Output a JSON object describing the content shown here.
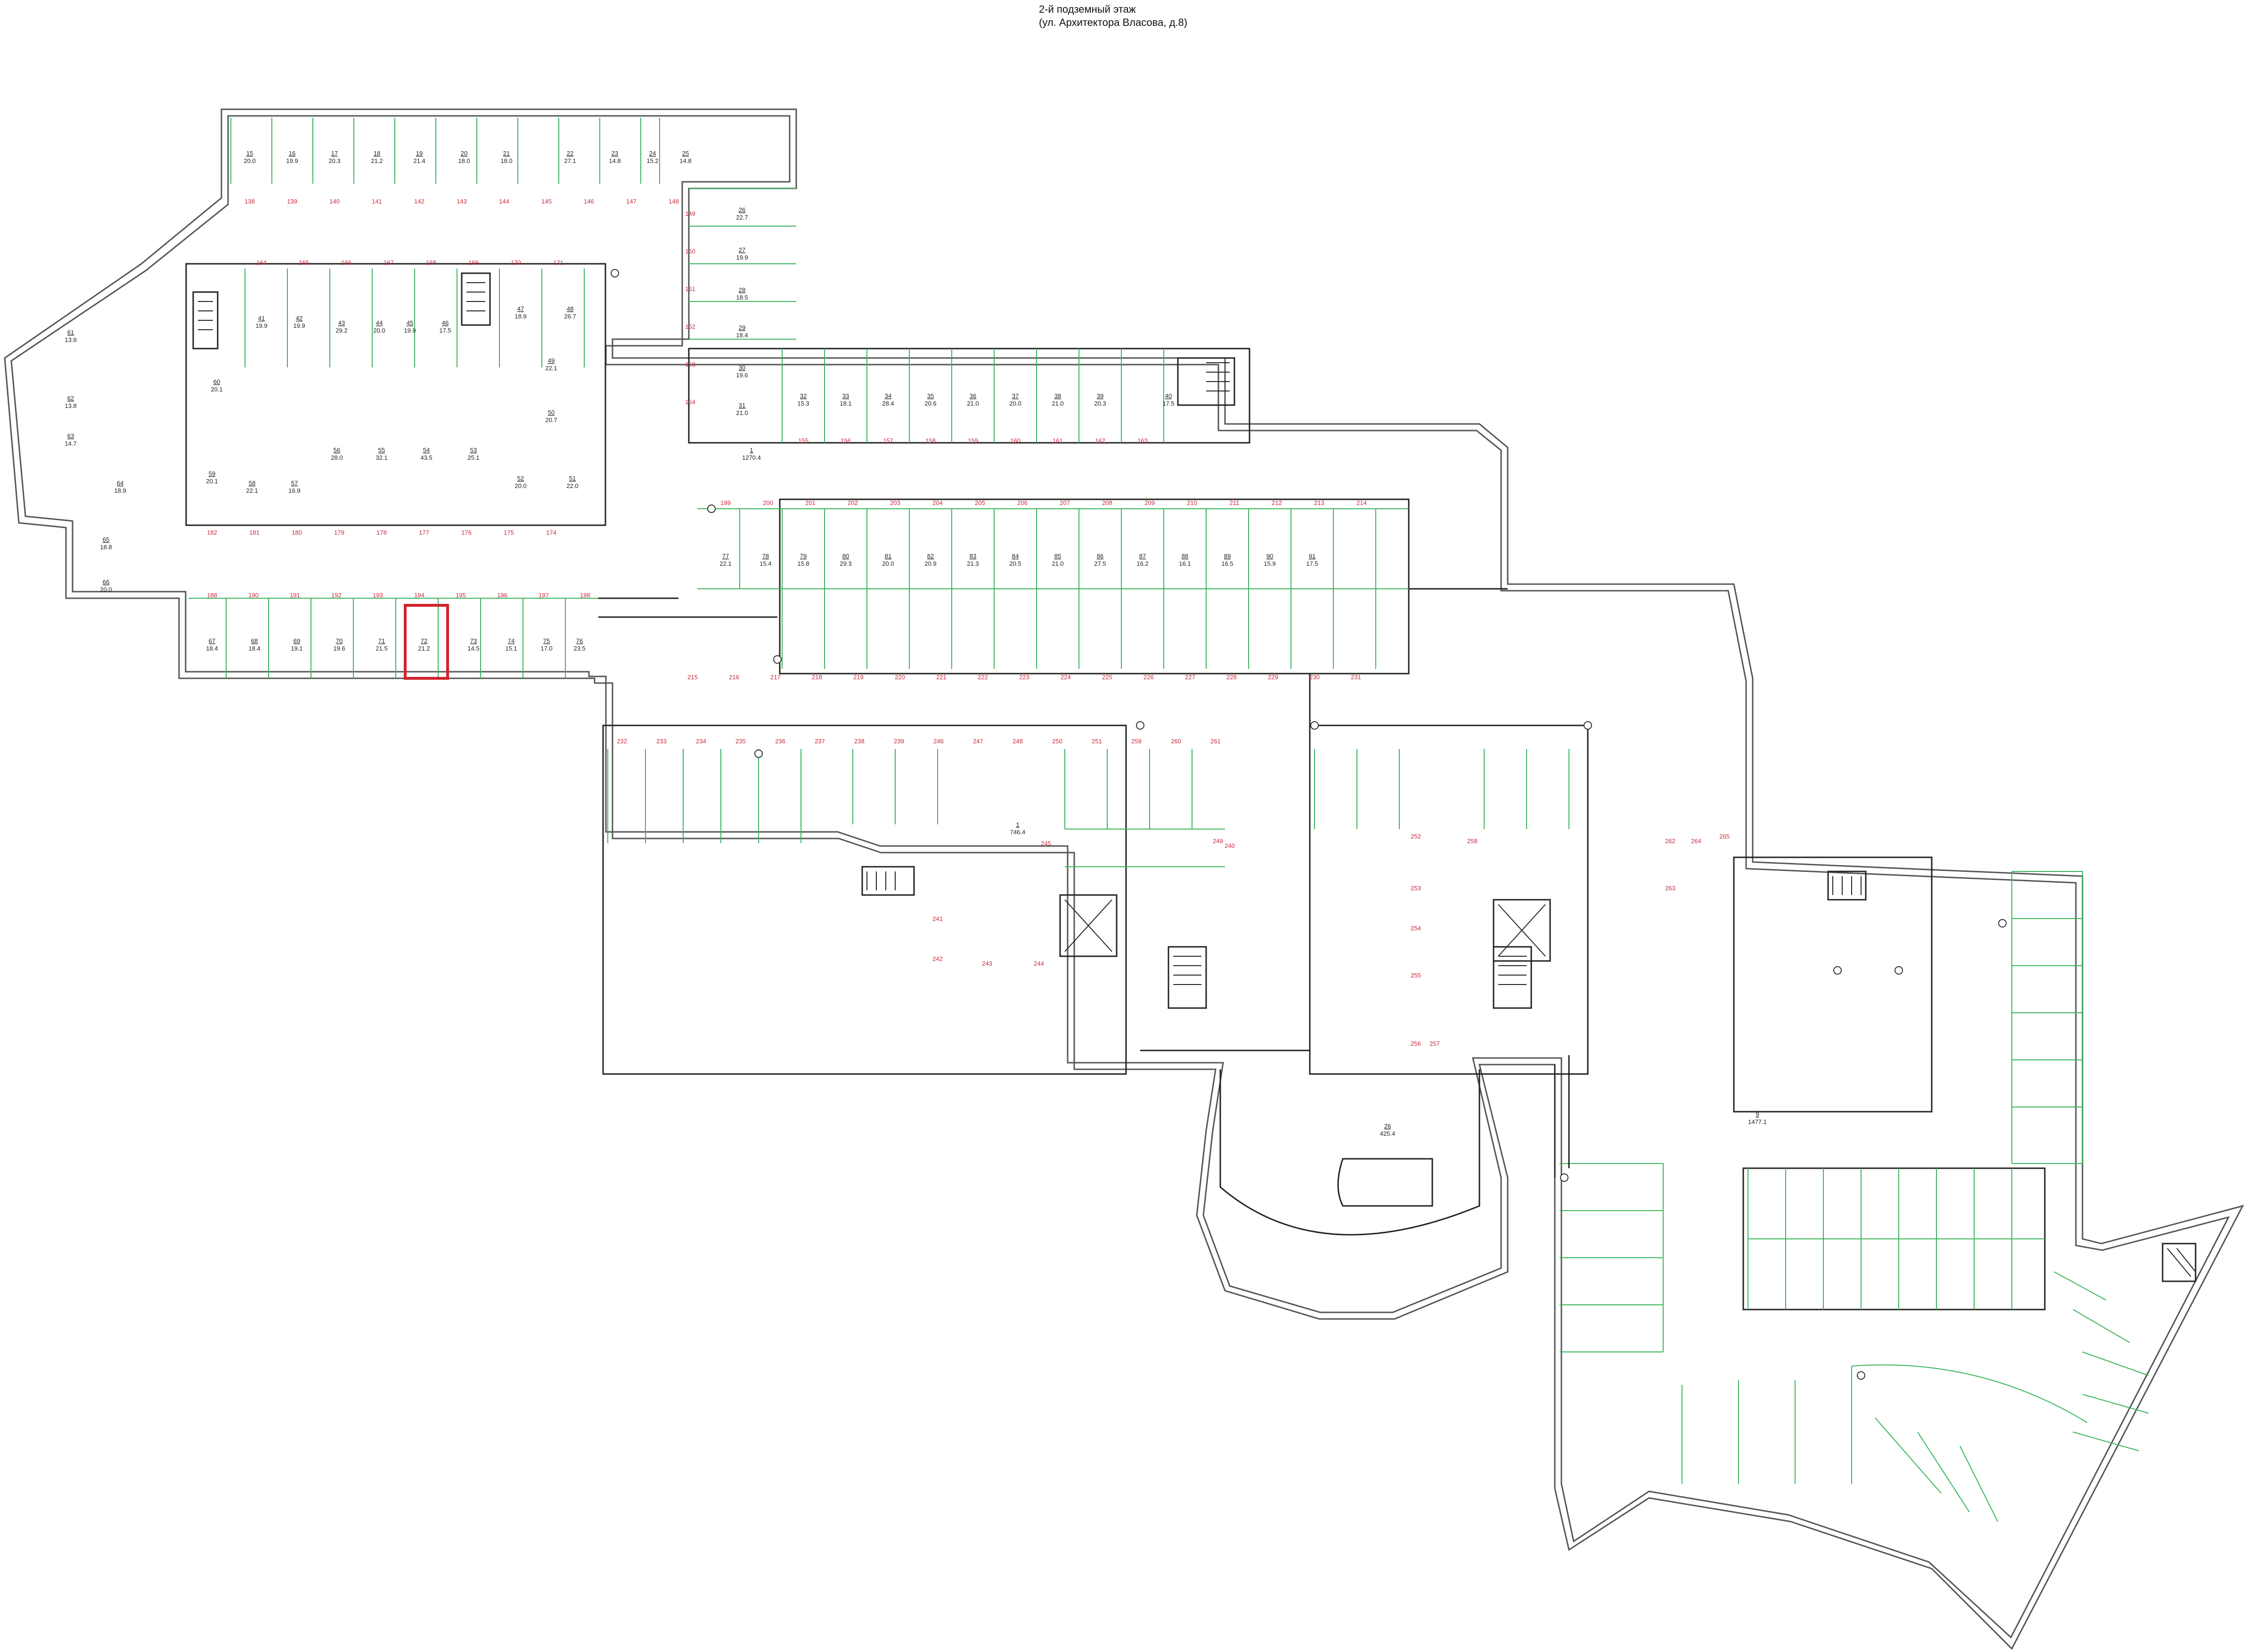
{
  "header": {
    "line1": "2-й подземный этаж",
    "line2": "(ул. Архитектора Власова, д.8)"
  },
  "colors": {
    "green": "#3ab45a",
    "red": "#c8283c",
    "highlight": "#d0232a",
    "wall": "#555555"
  },
  "icons": [
    "stair-icon",
    "elevator-icon",
    "column-icon"
  ],
  "rooms": [
    {
      "n": "15",
      "a": "20.0"
    },
    {
      "n": "16",
      "a": "19.9"
    },
    {
      "n": "17",
      "a": "20.3"
    },
    {
      "n": "18",
      "a": "21.2"
    },
    {
      "n": "19",
      "a": "21.4"
    },
    {
      "n": "20",
      "a": "18.0"
    },
    {
      "n": "21",
      "a": "18.0"
    },
    {
      "n": "22",
      "a": "27.1"
    },
    {
      "n": "23",
      "a": "14.8"
    },
    {
      "n": "24",
      "a": "15.2"
    },
    {
      "n": "25",
      "a": "14.8"
    },
    {
      "n": "26",
      "a": "22.7"
    },
    {
      "n": "27",
      "a": "19.9"
    },
    {
      "n": "28",
      "a": "18.5"
    },
    {
      "n": "29",
      "a": "18.4"
    },
    {
      "n": "30",
      "a": "19.6"
    },
    {
      "n": "31",
      "a": "21.0"
    },
    {
      "n": "32",
      "a": "15.3"
    },
    {
      "n": "33",
      "a": "18.1"
    },
    {
      "n": "34",
      "a": "28.4"
    },
    {
      "n": "35",
      "a": "20.6"
    },
    {
      "n": "36",
      "a": "21.0"
    },
    {
      "n": "37",
      "a": "20.0"
    },
    {
      "n": "38",
      "a": "21.0"
    },
    {
      "n": "39",
      "a": "20.3"
    },
    {
      "n": "40",
      "a": "17.5"
    },
    {
      "n": "41",
      "a": "19.9"
    },
    {
      "n": "42",
      "a": "19.9"
    },
    {
      "n": "43",
      "a": "29.2"
    },
    {
      "n": "44",
      "a": "20.0"
    },
    {
      "n": "45",
      "a": "19.9"
    },
    {
      "n": "46",
      "a": "17.5"
    },
    {
      "n": "47",
      "a": "18.9"
    },
    {
      "n": "48",
      "a": "26.7"
    },
    {
      "n": "49",
      "a": "22.1"
    },
    {
      "n": "50",
      "a": "20.7"
    },
    {
      "n": "51",
      "a": "22.0"
    },
    {
      "n": "52",
      "a": "20.0"
    },
    {
      "n": "53",
      "a": "25.1"
    },
    {
      "n": "54",
      "a": "43.5"
    },
    {
      "n": "55",
      "a": "32.1"
    },
    {
      "n": "56",
      "a": "28.0"
    },
    {
      "n": "57",
      "a": "16.9"
    },
    {
      "n": "58",
      "a": "22.1"
    },
    {
      "n": "59",
      "a": "20.1"
    },
    {
      "n": "60",
      "a": "20.1"
    },
    {
      "n": "61",
      "a": "13.9"
    },
    {
      "n": "62",
      "a": "13.8"
    },
    {
      "n": "63",
      "a": "14.7"
    },
    {
      "n": "64",
      "a": "18.9"
    },
    {
      "n": "65",
      "a": "18.8"
    },
    {
      "n": "66",
      "a": "20.0"
    },
    {
      "n": "67",
      "a": "18.4"
    },
    {
      "n": "68",
      "a": "18.4"
    },
    {
      "n": "69",
      "a": "19.1"
    },
    {
      "n": "70",
      "a": "19.6"
    },
    {
      "n": "71",
      "a": "21.5"
    },
    {
      "n": "72",
      "a": "21.2"
    },
    {
      "n": "73",
      "a": "14.5"
    },
    {
      "n": "74",
      "a": "15.1"
    },
    {
      "n": "75",
      "a": "17.0"
    },
    {
      "n": "76",
      "a": "23.5"
    },
    {
      "n": "77",
      "a": "22.1"
    },
    {
      "n": "78",
      "a": "15.4"
    },
    {
      "n": "79",
      "a": "15.8"
    },
    {
      "n": "80",
      "a": "29.3"
    },
    {
      "n": "81",
      "a": "20.0"
    },
    {
      "n": "82",
      "a": "20.9"
    },
    {
      "n": "83",
      "a": "21.3"
    },
    {
      "n": "84",
      "a": "20.5"
    },
    {
      "n": "85",
      "a": "21.0"
    },
    {
      "n": "86",
      "a": "27.5"
    },
    {
      "n": "87",
      "a": "16.2"
    },
    {
      "n": "88",
      "a": "16.1"
    },
    {
      "n": "89",
      "a": "16.5"
    },
    {
      "n": "90",
      "a": "15.9"
    },
    {
      "n": "91",
      "a": "17.5"
    }
  ],
  "room_labels": [
    {
      "n": "1",
      "a": "1270.4"
    },
    {
      "n": "1",
      "a": "746.4"
    },
    {
      "n": "9",
      "a": "1477.1"
    },
    {
      "n": "26",
      "a": "425.4"
    }
  ],
  "spaces": {
    "row_top": [
      "138",
      "139",
      "140",
      "141",
      "142",
      "143",
      "144",
      "145",
      "146",
      "147",
      "148"
    ],
    "row_mid": [
      "164",
      "165",
      "166",
      "167",
      "168",
      "169",
      "170",
      "171"
    ],
    "row_low": [
      "182",
      "181",
      "180",
      "179",
      "178",
      "177",
      "176",
      "175",
      "174"
    ],
    "row_a": [
      "188",
      "190",
      "191",
      "192",
      "193",
      "194",
      "195",
      "196",
      "197",
      "198"
    ],
    "col_right": [
      "149",
      "150",
      "151",
      "152",
      "153",
      "154"
    ],
    "row_b": [
      "155",
      "156",
      "157",
      "158",
      "159",
      "160",
      "161",
      "162",
      "163"
    ],
    "row_c": [
      "199",
      "200",
      "201",
      "202",
      "203",
      "204",
      "205",
      "206",
      "207",
      "208",
      "209",
      "210",
      "211",
      "212",
      "213",
      "214"
    ],
    "row_d": [
      "215",
      "216",
      "217",
      "218",
      "219",
      "220",
      "221",
      "222",
      "223",
      "224",
      "225",
      "226",
      "227",
      "228",
      "229",
      "230",
      "231"
    ],
    "row_e": [
      "232",
      "233",
      "234",
      "235",
      "236",
      "237",
      "238",
      "239",
      "246",
      "247",
      "248",
      "250",
      "251",
      "259",
      "260",
      "261"
    ],
    "misc": [
      "240",
      "241",
      "242",
      "243",
      "244",
      "245",
      "249",
      "252",
      "253",
      "254",
      "255",
      "256",
      "257",
      "258",
      "262",
      "263",
      "264",
      "265"
    ]
  }
}
